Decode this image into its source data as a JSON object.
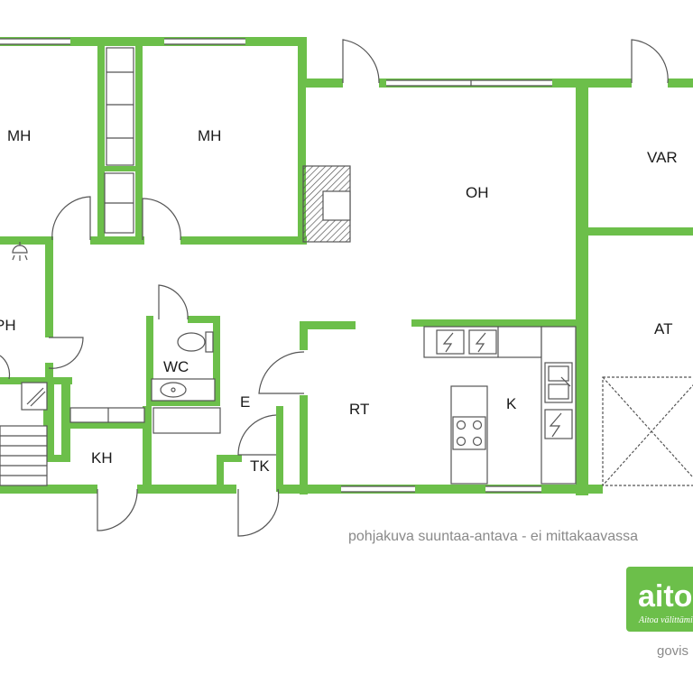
{
  "rooms": {
    "mh1": "MH",
    "mh2": "MH",
    "oh": "OH",
    "var": "VAR",
    "ph": "PH",
    "wc": "WC",
    "at": "AT",
    "e": "E",
    "rt": "RT",
    "k": "K",
    "kh": "KH",
    "tk": "TK"
  },
  "caption": "pohjakuva suuntaa-antava - ei mittakaavassa",
  "logo": {
    "brand": "aito",
    "tagline": "Aitoa välittämistä",
    "domain": "govis"
  },
  "colors": {
    "wall": "#6cbf4a",
    "logo_bg": "#6cbf4a",
    "text": "#1a1a1a",
    "caption": "#8a8a8a"
  }
}
